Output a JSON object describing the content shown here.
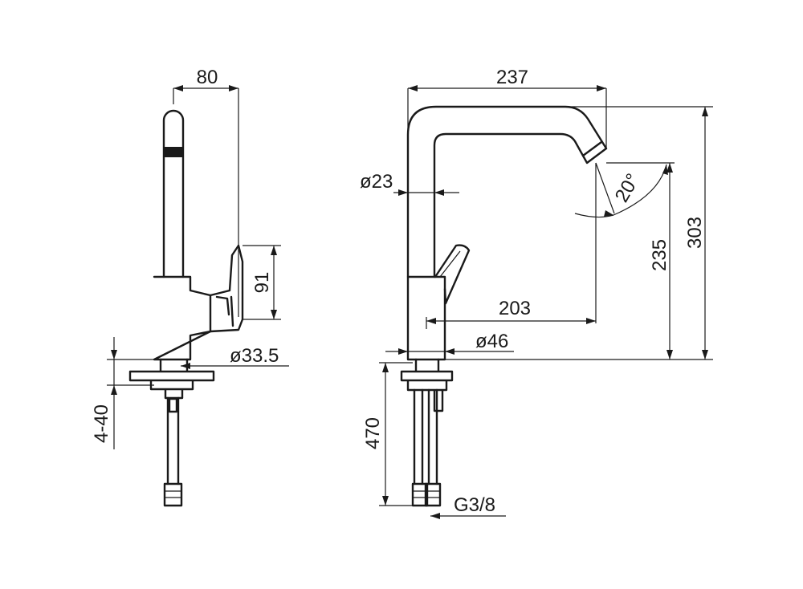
{
  "dimensions": {
    "side_width": "80",
    "lever_height": "91",
    "base_diameter_side": "ø33.5",
    "worktop_thickness": "4-40",
    "total_reach": "237",
    "spout_diameter": "ø23",
    "spout_angle": "20°",
    "spout_height": "235",
    "total_height": "303",
    "spout_reach": "203",
    "body_diameter": "ø46",
    "hose_length": "470",
    "connection": "G3/8"
  }
}
